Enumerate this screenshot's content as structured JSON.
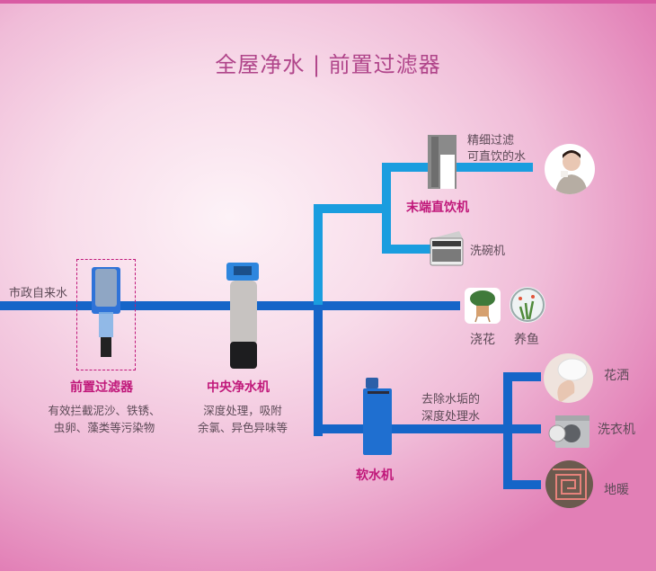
{
  "title": "全屋净水 | 前置过滤器",
  "colors": {
    "pipe_main": "#1565c8",
    "pipe_branch": "#1a9ddf",
    "accent": "#c0187a",
    "title": "#b0458a",
    "text": "#5d4a57"
  },
  "inlet": {
    "label": "市政自来水"
  },
  "devices": {
    "prefilter": {
      "name": "前置过滤器",
      "desc": [
        "有效拦截泥沙、铁锈、",
        "虫卵、藻类等污染物"
      ]
    },
    "central": {
      "name": "中央净水机",
      "desc": [
        "深度处理，吸附",
        "余氯、异色异味等"
      ]
    },
    "terminal": {
      "name": "末端直饮机",
      "desc": [
        "精细过滤",
        "可直饮的水"
      ]
    },
    "softener": {
      "name": "软水机",
      "desc": [
        "去除水垢的",
        "深度处理水"
      ]
    }
  },
  "endpoints": {
    "dishwasher": {
      "label": "洗碗机",
      "icon": "dishwasher-icon"
    },
    "drinking": {
      "label": "",
      "icon": "woman-drinking-icon"
    },
    "watering": {
      "label": "浇花",
      "icon": "potted-plant-icon"
    },
    "fish": {
      "label": "养鱼",
      "icon": "fish-bowl-icon"
    },
    "shower": {
      "label": "花洒",
      "icon": "shower-head-icon"
    },
    "washer": {
      "label": "洗衣机",
      "icon": "washing-machine-icon"
    },
    "floor_heating": {
      "label": "地暖",
      "icon": "floor-heating-icon"
    }
  }
}
